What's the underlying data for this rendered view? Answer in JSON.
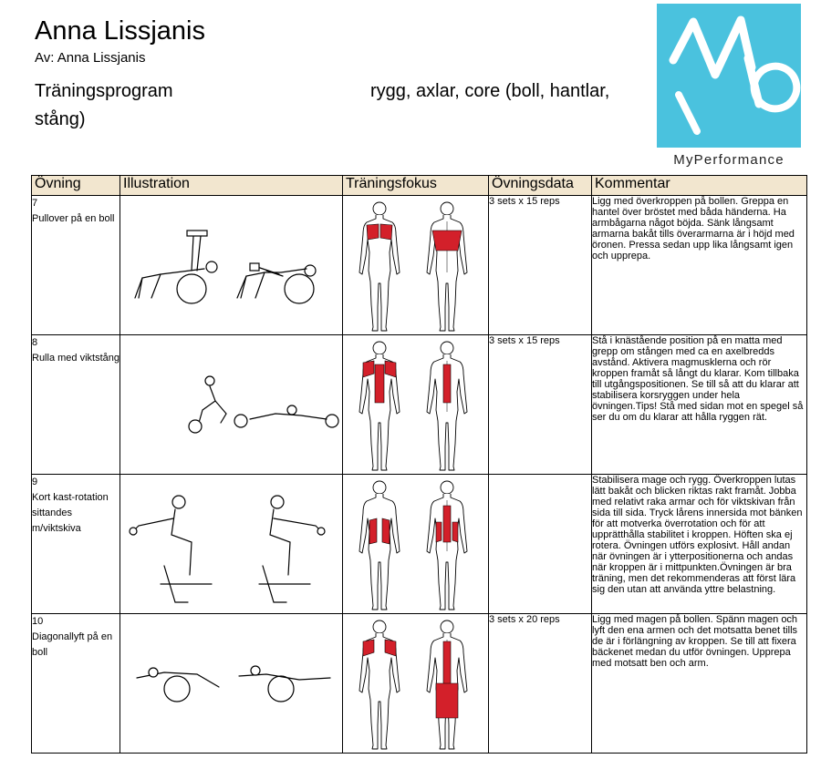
{
  "header": {
    "name": "Anna Lissjanis",
    "author": "Av: Anna Lissjanis",
    "program_label": "Träningsprogram",
    "program_focus": "rygg, axlar, core (boll, hantlar,",
    "program_focus_wrap": "stång)"
  },
  "logo": {
    "text": "MyPerformance",
    "color": "#4ac2de"
  },
  "table": {
    "columns": [
      "Övning",
      "Illustration",
      "Träningsfokus",
      "Övningsdata",
      "Kommentar"
    ],
    "header_bg": "#f2e6cf",
    "highlight_color": "#d3202a",
    "rows": [
      {
        "number": "7",
        "name": "Pullover på en boll",
        "data": "3 sets x 15 reps",
        "comment": "Ligg med överkroppen på bollen. Greppa en hantel över bröstet med båda händerna. Ha armbågarna något böjda. Sänk långsamt armarna bakåt tills överarmarna är i höjd med öronen. Pressa sedan upp lika långsamt igen och upprepa."
      },
      {
        "number": "8",
        "name": "Rulla med viktstång",
        "data": "3 sets x 15 reps",
        "comment": "Stå i knästående position på en matta med grepp om stången med ca en axelbredds avstånd. Aktivera magmusklerna och rör kroppen framåt så långt du klarar. Kom tillbaka till utgångspositionen. Se till så att du klarar att stabilisera korsryggen under hela övningen.Tips! Stå med sidan mot en spegel så ser du om du klarar att hålla ryggen rät."
      },
      {
        "number": "9",
        "name": "Kort kast-rotation sittandes m/viktskiva",
        "data": "",
        "comment": "Stabilisera mage och rygg. Överkroppen lutas lätt bakåt och blicken riktas rakt framåt. Jobba med relativt raka armar och för viktskivan från sida till sida. Tryck lårens innersida mot bänken för att motverka överrotation och för att upprätthålla stabilitet i kroppen. Höften ska ej rotera. Övningen utförs explosivt. Håll andan när övningen är i ytterpositionerna och andas när kroppen är i mittpunkten.Övningen är bra träning, men det rekommenderas att först lära sig den utan att använda yttre belastning."
      },
      {
        "number": "10",
        "name": "Diagonallyft på en boll",
        "data": "3 sets x 20 reps",
        "comment": "Ligg med magen på bollen. Spänn magen och lyft den ena armen och det motsatta benet tills de är i förlängning av kroppen. Se till att fixera bäckenet medan du utför övningen. Upprepa med motsatt ben och arm."
      }
    ]
  }
}
